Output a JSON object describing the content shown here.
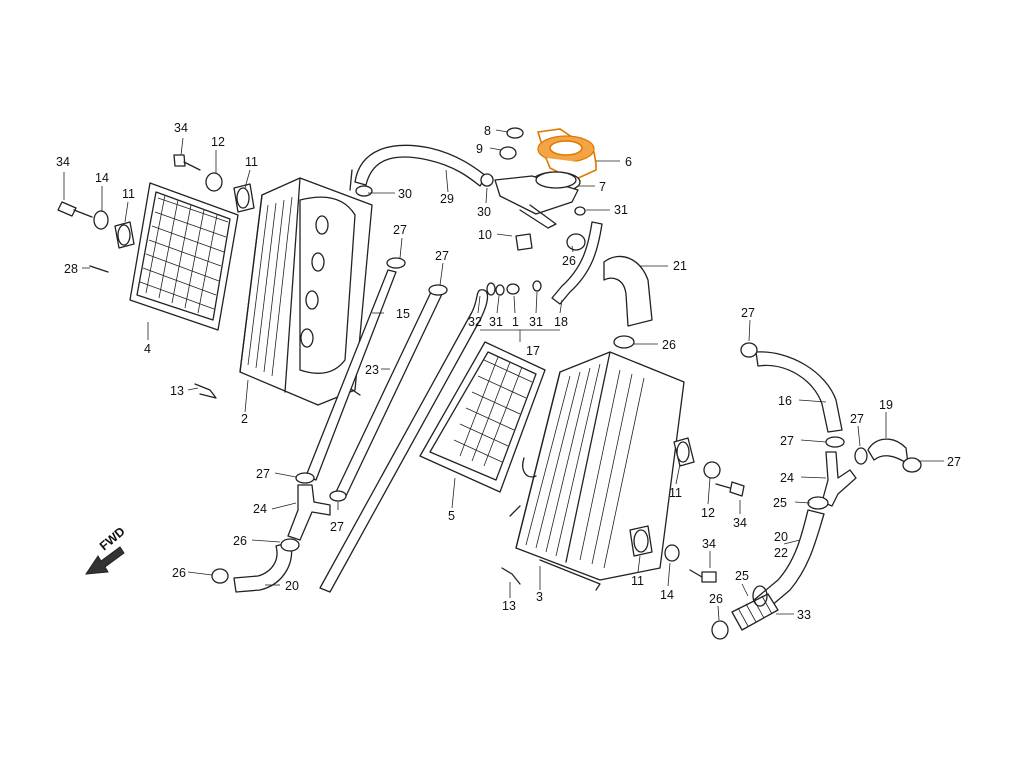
{
  "callouts": {
    "c34a": "34",
    "c14a": "14",
    "c11a": "11",
    "c34b": "34",
    "c12a": "12",
    "c11b": "11",
    "c28": "28",
    "c4": "4",
    "c13a": "13",
    "c2": "2",
    "c30a": "30",
    "c29": "29",
    "c27a": "27",
    "c15": "15",
    "c27b": "27",
    "c23": "23",
    "c27c": "27",
    "c24a": "24",
    "c27d": "27",
    "c26a": "26",
    "c26b": "26",
    "c20a": "20",
    "c8": "8",
    "c9": "9",
    "c6": "6",
    "c7": "7",
    "c30b": "30",
    "c31a": "31",
    "c10": "10",
    "c26c": "26",
    "c21": "21",
    "c32": "32",
    "c31b": "31",
    "c1": "1",
    "c31c": "31",
    "c18": "18",
    "c17": "17",
    "c26d": "26",
    "c5": "5",
    "c3": "3",
    "c13b": "13",
    "c11c": "11",
    "c12b": "12",
    "c34c": "34",
    "c11d": "11",
    "c14b": "14",
    "c34d": "34",
    "c27e": "27",
    "c16": "16",
    "c27f": "27",
    "c19": "19",
    "c27g": "27",
    "c27h": "27",
    "c24b": "24",
    "c25a": "25",
    "c20b": "20",
    "c22": "22",
    "c25b": "25",
    "c26e": "26",
    "c33": "33"
  },
  "fwd_label": "FWD",
  "highlight_color": "#e07800",
  "highlighted_part": "6"
}
